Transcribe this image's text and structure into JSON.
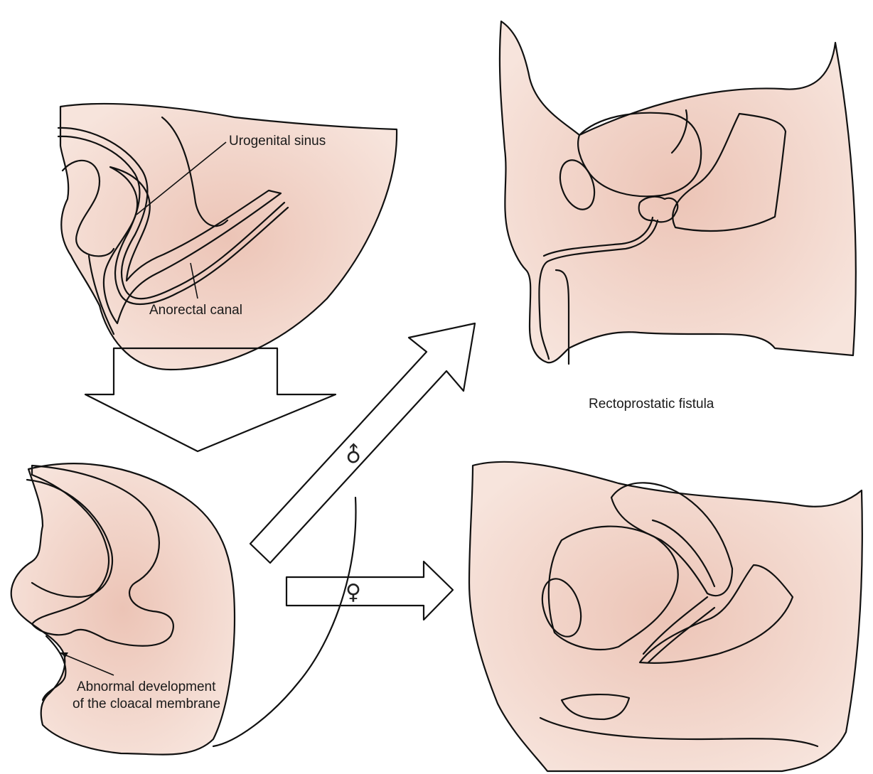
{
  "labels": {
    "urogenital_sinus": "Urogenital sinus",
    "anorectal_canal": "Anorectal canal",
    "abnormal_line1": "Abnormal development",
    "abnormal_line2": "of the cloacal membrane",
    "rectoprostatic": "Rectoprostatic fistula",
    "male_symbol": "♂",
    "female_symbol": "♀"
  },
  "colors": {
    "skin": "#f2d5ca",
    "skin_shade": "#e3b6a6",
    "mucosa": "#a8706b",
    "arrow_fill": "#d6e9f1",
    "bone": "#c9d6e3",
    "prostate": "#d9b07f"
  }
}
